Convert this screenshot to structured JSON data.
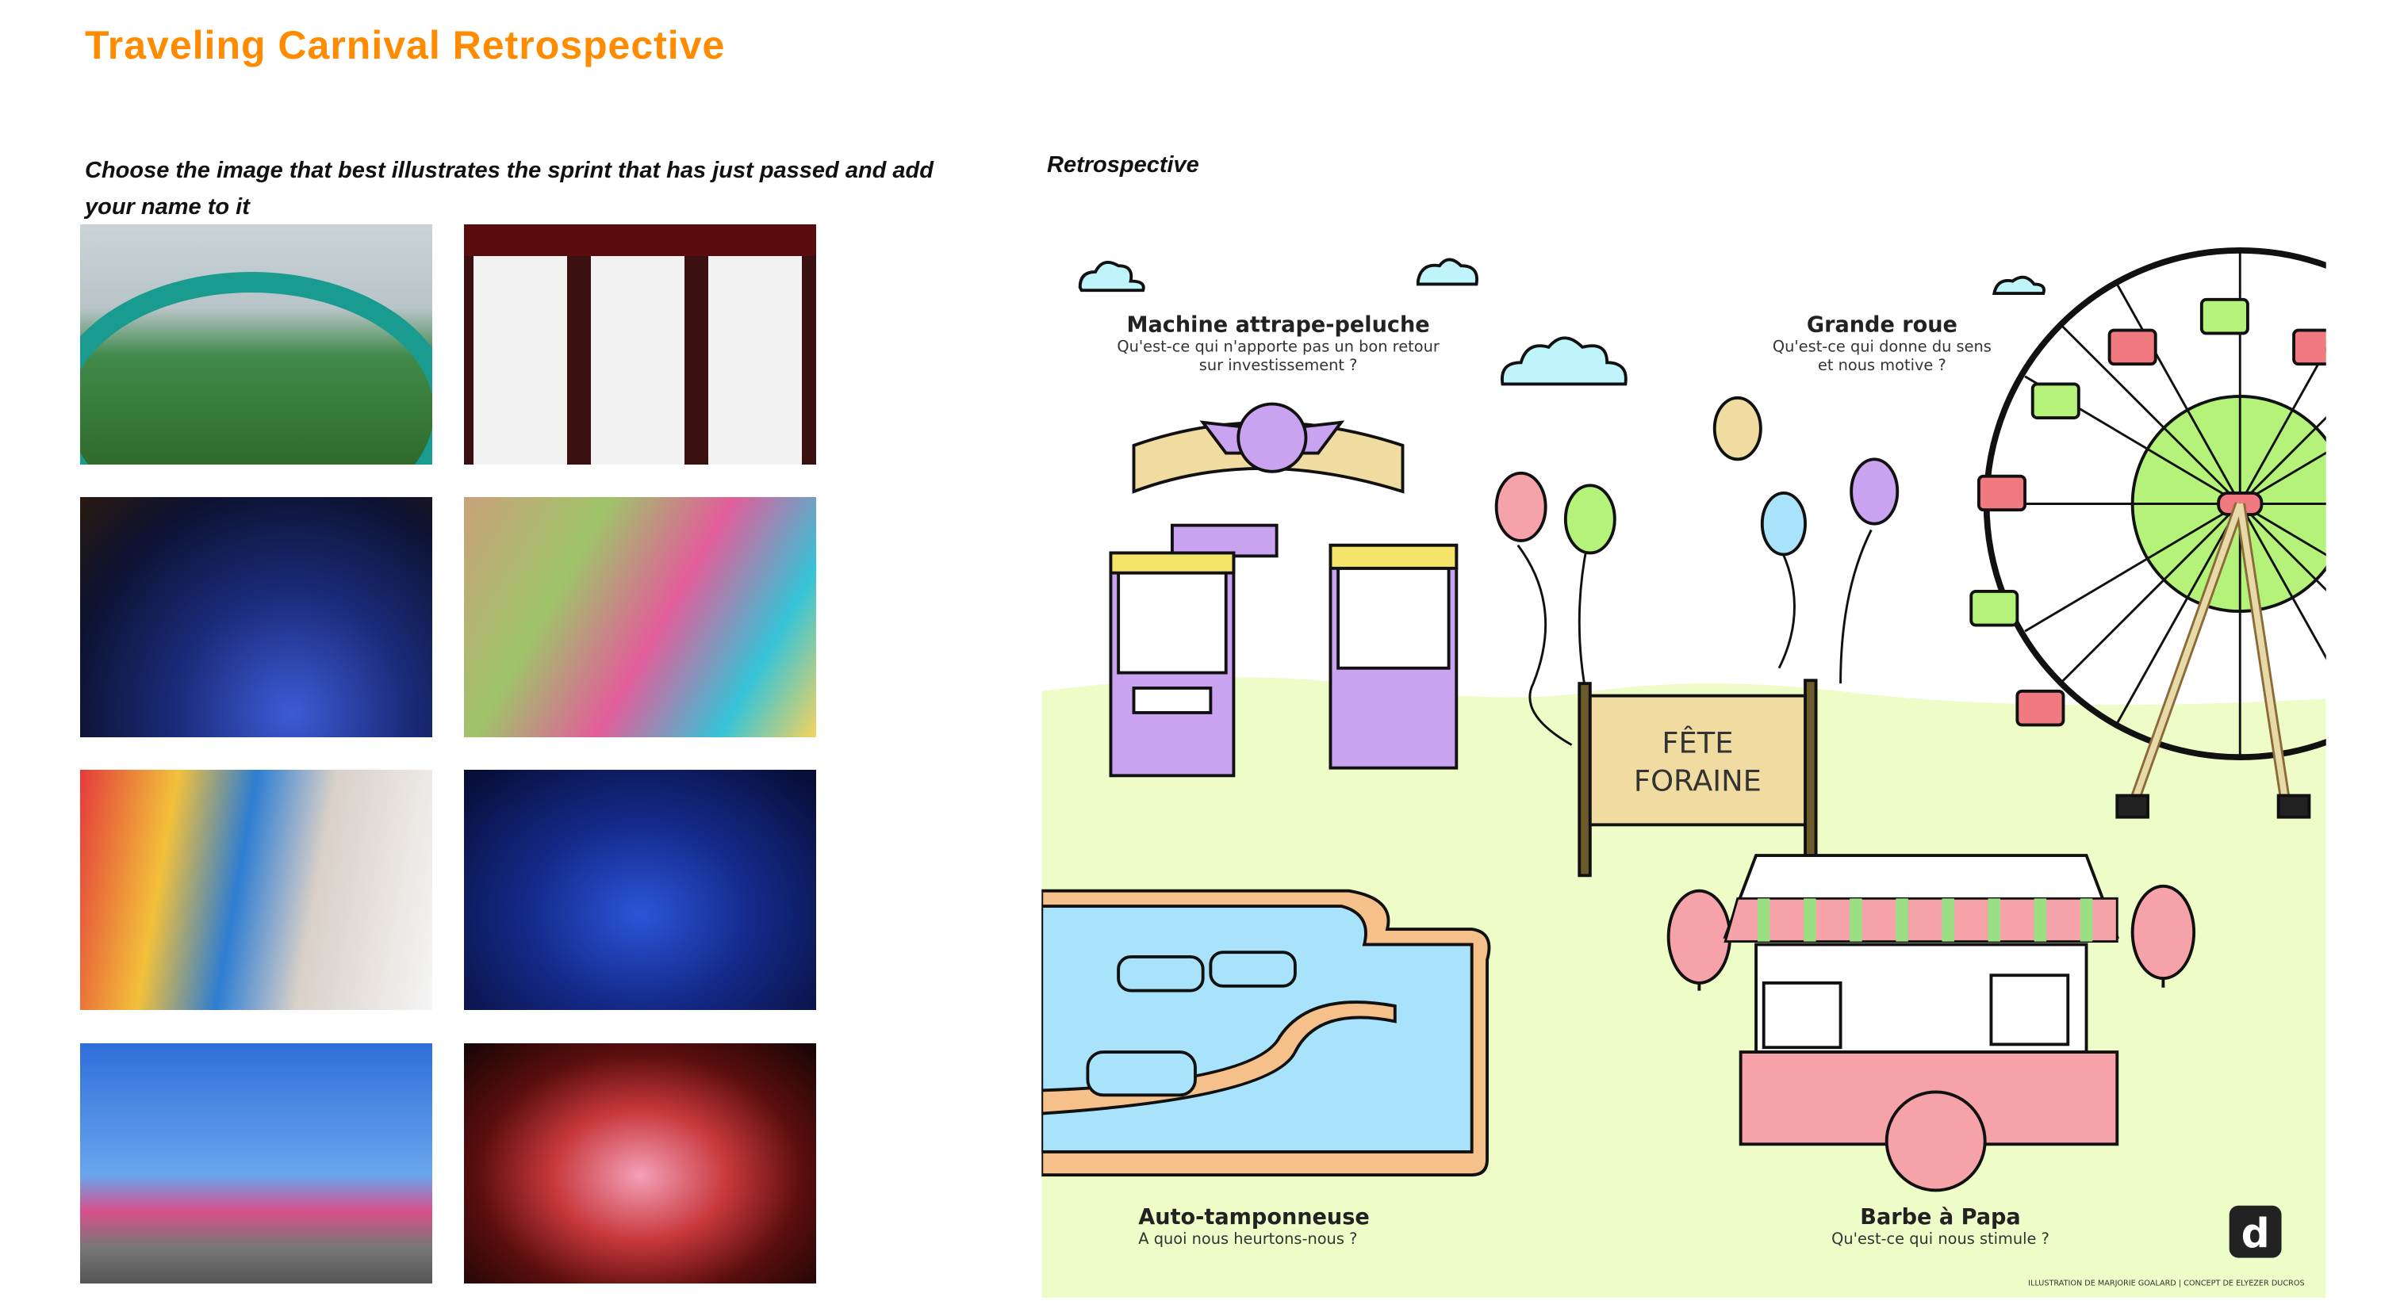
{
  "header": {
    "title": "Traveling Carnival Retrospective"
  },
  "left": {
    "instruction": "Choose the image that best illustrates the sprint that has just passed and add your name to it",
    "photo_count": 8
  },
  "right": {
    "label": "Retrospective",
    "illustration": {
      "sections": [
        {
          "title": "Machine attrape-peluche",
          "lines": [
            "Qu'est-ce qui n'apporte pas un bon retour",
            "sur investissement ?"
          ]
        },
        {
          "title": "Grande roue",
          "lines": [
            "Qu'est-ce qui donne du sens",
            "et nous motive ?"
          ]
        },
        {
          "title": "Auto-tamponneuse",
          "lines": [
            "A quoi nous heurtons-nous ?"
          ]
        },
        {
          "title": "Barbe à Papa",
          "lines": [
            "Qu'est-ce qui nous stimule ?"
          ]
        }
      ],
      "sign": [
        "FÊTE",
        "FORAINE"
      ],
      "credit": "ILLUSTRATION DE MARJORIE GOALARD | CONCEPT DE ELYEZER DUCROS",
      "logo_letter": "d"
    }
  },
  "colors": {
    "title": "#ff8c00",
    "ground": "#eefcc8",
    "pink": "#f5a3a8",
    "purple": "#c9a3f0",
    "blue": "#a8e3fb",
    "green": "#b5f27a"
  }
}
